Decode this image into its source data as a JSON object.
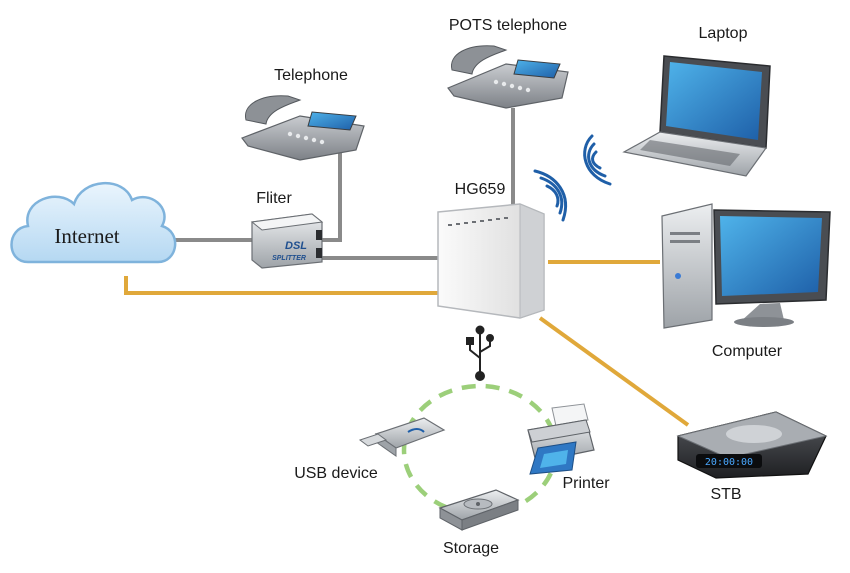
{
  "colors": {
    "wan_line": "#e0a83a",
    "phone_line": "#8a8a8a",
    "wifi": "#1f5fa8",
    "usb_ring": "#9ccf7a",
    "cloud": "#cfe6f7",
    "cloud_edge": "#7fb3dc",
    "stb_display": "#4aa8ff"
  },
  "labels": {
    "internet": "Internet",
    "filter": "Fliter",
    "telephone": "Telephone",
    "pots": "POTS telephone",
    "laptop": "Laptop",
    "router": "HG659",
    "computer": "Computer",
    "stb": "STB",
    "usb_device": "USB device",
    "printer": "Printer",
    "storage": "Storage"
  },
  "splitter": {
    "line1": "DSL",
    "line2": "SPLITTER"
  },
  "stb_display": "20:00:00",
  "icons": {
    "internet": "cloud-icon",
    "filter": "dsl-splitter-icon",
    "telephone": "desk-phone-icon",
    "pots": "desk-phone-icon",
    "laptop": "laptop-icon",
    "router": "router-icon",
    "computer": "desktop-computer-icon",
    "stb": "set-top-box-icon",
    "usb_symbol": "usb-symbol-icon",
    "usb_device": "usb-drive-icon",
    "printer": "printer-icon",
    "storage": "hard-disk-icon"
  }
}
